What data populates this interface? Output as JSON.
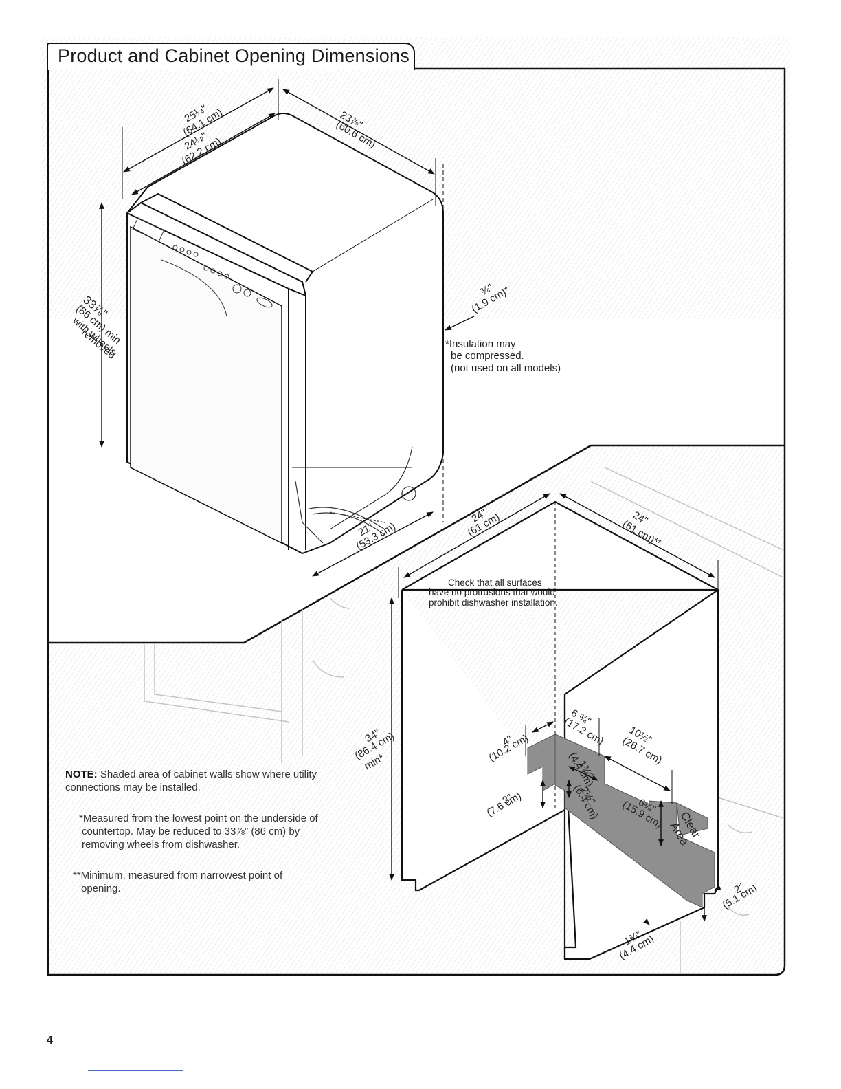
{
  "title": "Product and Cabinet Opening Dimensions",
  "dims": {
    "d1_in": "25¼\"",
    "d1_cm": "(64.1 cm)",
    "d2_in": "24½\"",
    "d2_cm": "(62.2 cm)",
    "d3_in": "23⅞\"",
    "d3_cm": "(60.6 cm)",
    "d4_in": "¾\"",
    "d4_cm": "(1.9 cm)*",
    "height_in": "33⅞\"",
    "height_cm": "(86 cm) min",
    "height_note1": "with wheels",
    "height_note2": "removed",
    "d5_in": "21\"",
    "d5_cm": "(53.3 cm)",
    "w1_in": "24\"",
    "w1_cm": "(61 cm)",
    "w2_in": "24\"",
    "w2_cm": "(61 cm)**",
    "h2_in": "34\"",
    "h2_cm": "(86.4 cm)",
    "h2_min": "min*",
    "a_in": "4\"",
    "a_cm": "(10.2 cm)",
    "b_in": "6 ¾\"",
    "b_cm": "(17.2 cm)",
    "c_in": "10½\"",
    "c_cm": "(26.7 cm)",
    "e_in": "1¾\"",
    "e_cm": "(4.4 cm)",
    "f_in": "2½\"",
    "f_cm": "(6.4 cm)",
    "g_in": "3\"",
    "g_cm": "(7.6 cm)",
    "h_in": "6¼\"",
    "h_cm": "(15.9 cm)",
    "i_in": "2\"",
    "i_cm": "(5.1 cm)",
    "j_in": "1¾\"",
    "j_cm": "(4.4 cm)",
    "clear1": "Clear",
    "clear2": "Area"
  },
  "insulation_note": [
    "*Insulation may",
    "be compressed.",
    "(not used on all models)"
  ],
  "check_note": [
    "Check that all surfaces",
    "have no protrusions that would",
    "prohibit dishwasher installation."
  ],
  "note_label": "NOTE:",
  "note_text": " Shaded area of cabinet walls show where utility",
  "note_text2": "connections may be installed.",
  "footnote1": [
    "*Measured from the lowest point on the underside of",
    "countertop. May be reduced to 33⅞\" (86 cm) by",
    "removing wheels from dishwasher."
  ],
  "footnote2": [
    "**Minimum, measured from narrowest point of",
    "opening."
  ],
  "page_number": "4",
  "colors": {
    "frame": "#111111",
    "shade": "#8a8a8a",
    "hatch": "#e7e7e7",
    "link_rule": "#4a6fd1"
  }
}
